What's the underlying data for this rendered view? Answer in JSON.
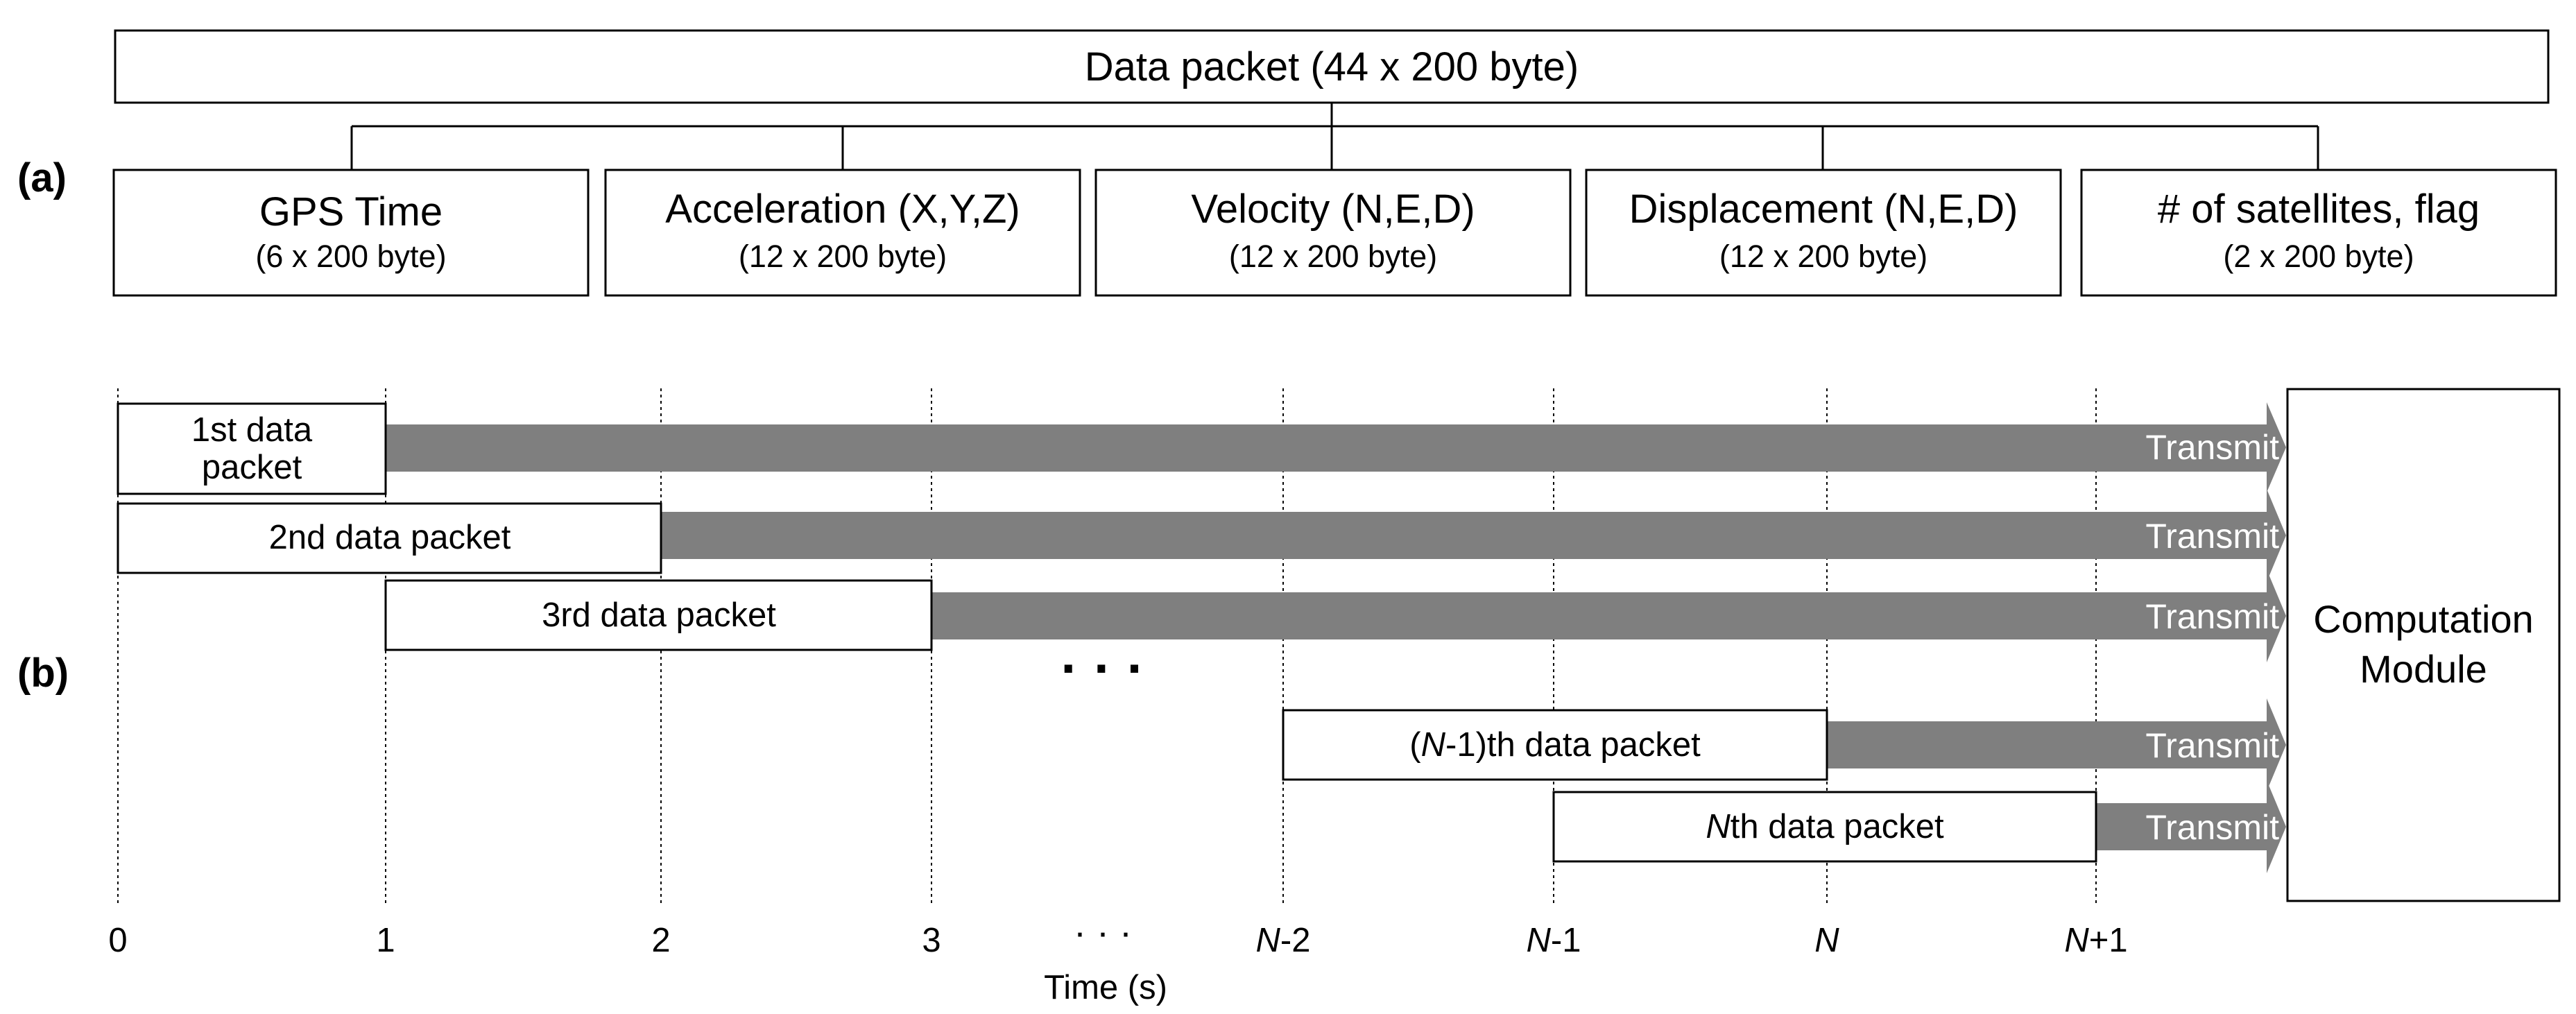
{
  "part_a": {
    "label": "(a)",
    "root": "Data packet (44 x 200 byte)",
    "fields": [
      {
        "title": "GPS Time",
        "size": "(6 x 200 byte)"
      },
      {
        "title": "Acceleration (X,Y,Z)",
        "size": "(12 x 200 byte)"
      },
      {
        "title": "Velocity (N,E,D)",
        "size": "(12 x 200 byte)"
      },
      {
        "title": "Displacement (N,E,D)",
        "size": "(12 x 200 byte)"
      },
      {
        "title": "# of satellites, flag",
        "size": "(2 x 200 byte)"
      }
    ]
  },
  "part_b": {
    "label": "(b)",
    "packets": [
      {
        "lines": [
          "1st data",
          "packet"
        ]
      },
      {
        "lines": [
          "2nd data packet"
        ]
      },
      {
        "lines": [
          "3rd data packet"
        ]
      },
      {
        "prefix": "(",
        "italic": "N",
        "suffix": "-1)th data packet"
      },
      {
        "prefix": "",
        "italic": "N",
        "suffix": "th data packet"
      }
    ],
    "transmit_label": "Transmit",
    "ellipsis": "· · ·",
    "computation_module": [
      "Computation",
      "Module"
    ],
    "ticks": [
      {
        "pre": "",
        "ital": "",
        "post": "0"
      },
      {
        "pre": "",
        "ital": "",
        "post": "1"
      },
      {
        "pre": "",
        "ital": "",
        "post": "2"
      },
      {
        "pre": "",
        "ital": "",
        "post": "3"
      },
      {
        "pre": "",
        "ital": "",
        "post": "· · ·"
      },
      {
        "pre": "",
        "ital": "N",
        "post": "-2"
      },
      {
        "pre": "",
        "ital": "N",
        "post": "-1"
      },
      {
        "pre": "",
        "ital": "N",
        "post": ""
      },
      {
        "pre": "",
        "ital": "N",
        "post": "+1"
      }
    ],
    "x_axis_label": "Time (s)"
  },
  "colors": {
    "arrow": "#7f7f7f",
    "stroke": "#000000",
    "background": "#ffffff"
  }
}
